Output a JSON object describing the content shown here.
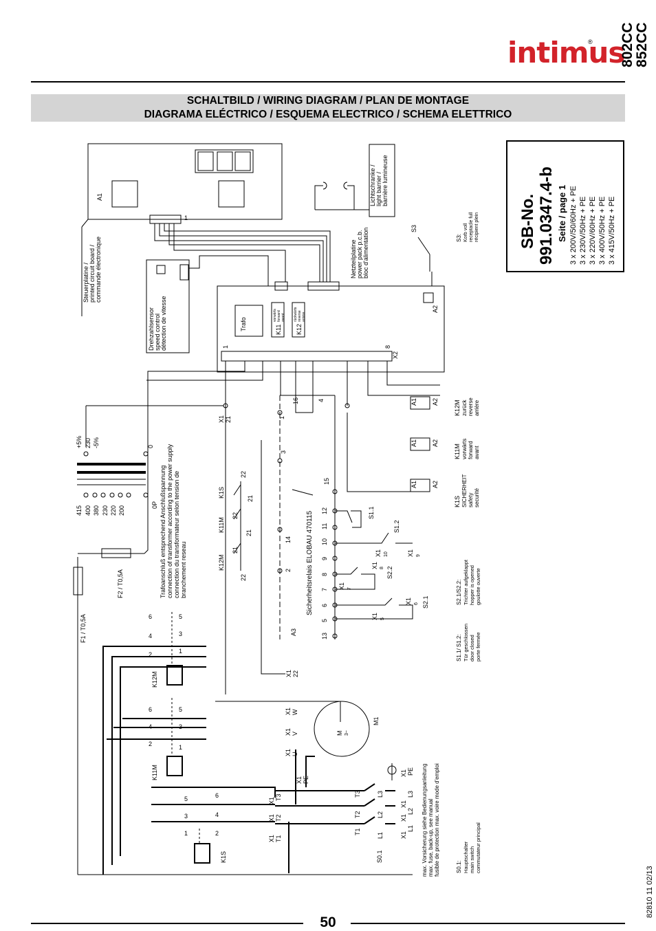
{
  "header": {
    "logo": "intimus",
    "logo_mark": "®",
    "models": [
      "802CC",
      "852CC"
    ],
    "brand_color": "#d2232a"
  },
  "title": {
    "line1": "SCHALTBILD / WIRING DIAGRAM / PLAN DE MONTAGE",
    "line2": "DIAGRAMA ELÉCTRICO / ESQUEMA ELECTRICO / SCHEMA ELETTRICO"
  },
  "sb_box": {
    "sb_no": "SB-No.",
    "number": "991.0347.4-b",
    "page": "Seite / page 1",
    "voltages": [
      "3 x 200V/50/60Hz + PE",
      "3 x 230V/50Hz + PE",
      "3 x 220V/60Hz + PE",
      "3 x 400V/50Hz + PE",
      "3 x 415V/50Hz + PE"
    ]
  },
  "labels": {
    "a1": "A1",
    "a2": "A2",
    "a3": "A3",
    "steuer": [
      "Steuerplatine /",
      "printed circuit board /",
      "commande électronique"
    ],
    "licht": [
      "Lichtschranke /",
      "light barrier /",
      "barrière lumineuse"
    ],
    "netz": [
      "Netzteilplatine",
      "power pack p.c.b.",
      "bloc d'alimentation"
    ],
    "dreh": [
      "Drehzahlsensor",
      "speed control",
      "détection de vitesse"
    ],
    "trafo": "Trafo",
    "k11": "K11",
    "k12": "K12",
    "k11_small": [
      "vorwärts",
      "forward",
      "avant"
    ],
    "k12_small": [
      "rückwärts",
      "reverse",
      "arrière"
    ],
    "s3": "S3",
    "s3_desc": [
      "S3:",
      "Korb voll",
      "receptacle full",
      "récipient plein"
    ],
    "x2": "X2",
    "x2_1": "1",
    "x2_8": "8",
    "conn_1": "1",
    "trafo_taps": [
      "415",
      "400",
      "380",
      "230",
      "220",
      "200"
    ],
    "trafo_0p": "0P",
    "trafo_sec": [
      "+5%",
      "230",
      "-5%"
    ],
    "trafo_0": "0",
    "trafo_note": [
      "Trafoanschluß entsprechend Anschlußspannung",
      "connection of transformer according to the power supply",
      "connection du transformateur selon tension de",
      "branchement reseau"
    ],
    "f1": "F1 / T0,5A",
    "f2": "F2 / T0,5A",
    "sicher": "Sicherheitsrelais ELOBAU 470115",
    "relay_terms": [
      "13",
      "5",
      "6",
      "7",
      "8",
      "9",
      "10",
      "11",
      "12"
    ],
    "relay_14": "14",
    "relay_15": "15",
    "relay_16": "16",
    "relay_2": "2",
    "relay_3": "3",
    "relay_1": "1",
    "relay_4": "4",
    "k12m": "K12M",
    "k11m": "K11M",
    "k1s": "K1S",
    "k_21": "21",
    "k_22": "22",
    "x1_21": [
      "X1",
      "21"
    ],
    "x1_22": [
      "X1",
      "22"
    ],
    "s11": "S1.1",
    "s12": "S1.2",
    "s22": "S2.2",
    "s21": "S2.1",
    "x1_10": [
      "X1",
      "10"
    ],
    "x1_9": [
      "X1",
      "9"
    ],
    "x1_8": [
      "X1",
      "8"
    ],
    "x1_7": [
      "X1",
      "7"
    ],
    "x1_6": [
      "X1",
      "6"
    ],
    "x1_5": [
      "X1",
      "5"
    ],
    "coil_a1": "A1",
    "coil_a2": "A2",
    "k12m_desc": [
      "K12M",
      "zurück",
      "reverse",
      "arrière"
    ],
    "k11m_desc": [
      "K11M",
      "vorwärts",
      "forward",
      "avant"
    ],
    "k1s_desc": [
      "K1S",
      "SICHERHEIT",
      "safety",
      "securité"
    ],
    "s22_desc": [
      "S2.1/S2.2:",
      "Trichter aufgeklappt",
      "hopper is opened",
      "goulotte ouverte"
    ],
    "s11_desc": [
      "S1.1/ S1.2:",
      "Tür geschlossen",
      "door closed",
      "porte fermée"
    ],
    "s01_desc": [
      "S0.1:",
      "Hauptschalter",
      "main switch",
      "commutateur principal"
    ],
    "fuse_note": [
      "max. Vorsicherung siehe Bedienungsanleitung",
      "max. fuse, back-up, see manual",
      "fusible de protection max. voire  mode d'emploi"
    ],
    "motor": "M1",
    "motor_m": "M",
    "motor_3": "3~",
    "contact_nums": [
      "1",
      "3",
      "5",
      "2",
      "4",
      "6"
    ],
    "phase_l": [
      "L1",
      "L2",
      "L3"
    ],
    "phase_t": [
      "T1",
      "T2",
      "T3"
    ],
    "x1": "X1",
    "x1_uvw": [
      "U",
      "V",
      "W"
    ],
    "pe": "PE",
    "s01": "S0.1"
  },
  "footer": {
    "page": "50",
    "doc": "82810 11 02/13"
  }
}
